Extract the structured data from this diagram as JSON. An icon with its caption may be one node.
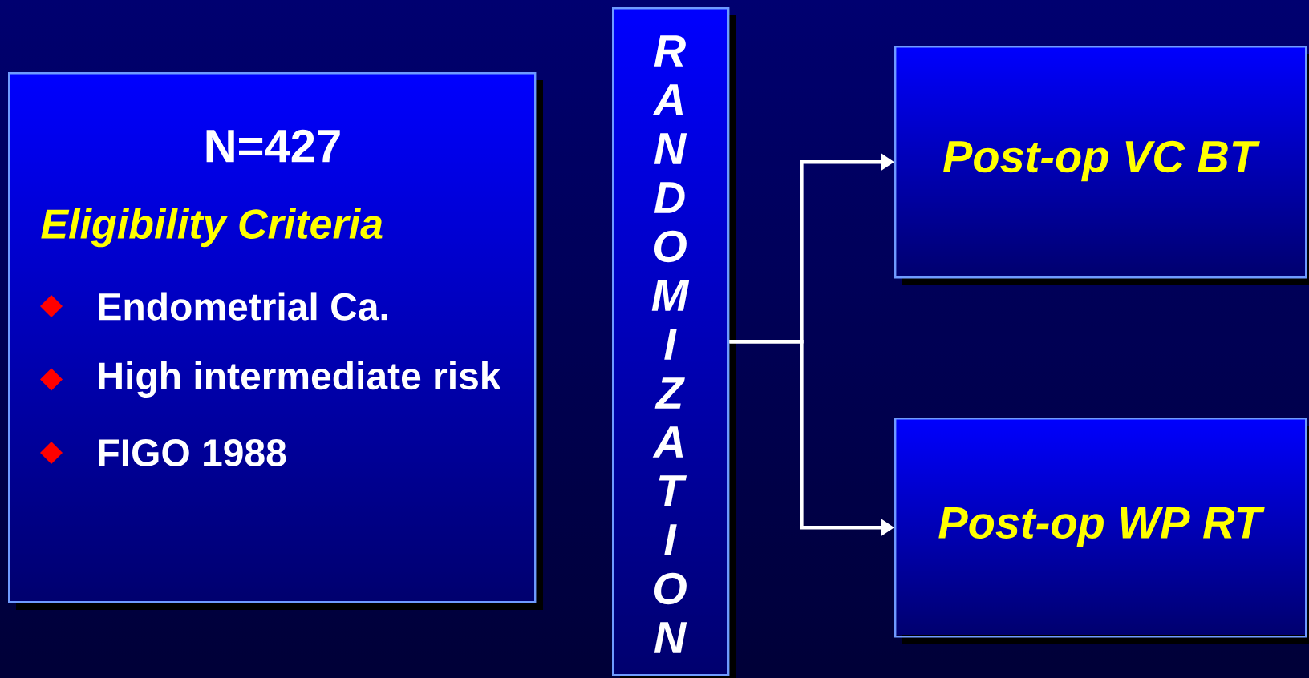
{
  "diagram": {
    "nodes": [
      {
        "text": [
          "N=427",
          "Eligibility Criteria",
          "Endometrial Ca.",
          "High intermediate risk",
          "FIGO 1988"
        ]
      },
      {
        "text": [
          "RANDOMIZATION"
        ]
      },
      {
        "text": [
          "Post-op VC BT"
        ]
      },
      {
        "text": [
          "Post-op WP RT"
        ]
      }
    ],
    "edges": [
      {
        "from": 1,
        "to": 2,
        "arrow": "to"
      },
      {
        "from": 1,
        "to": 3,
        "arrow": "to"
      }
    ]
  }
}
